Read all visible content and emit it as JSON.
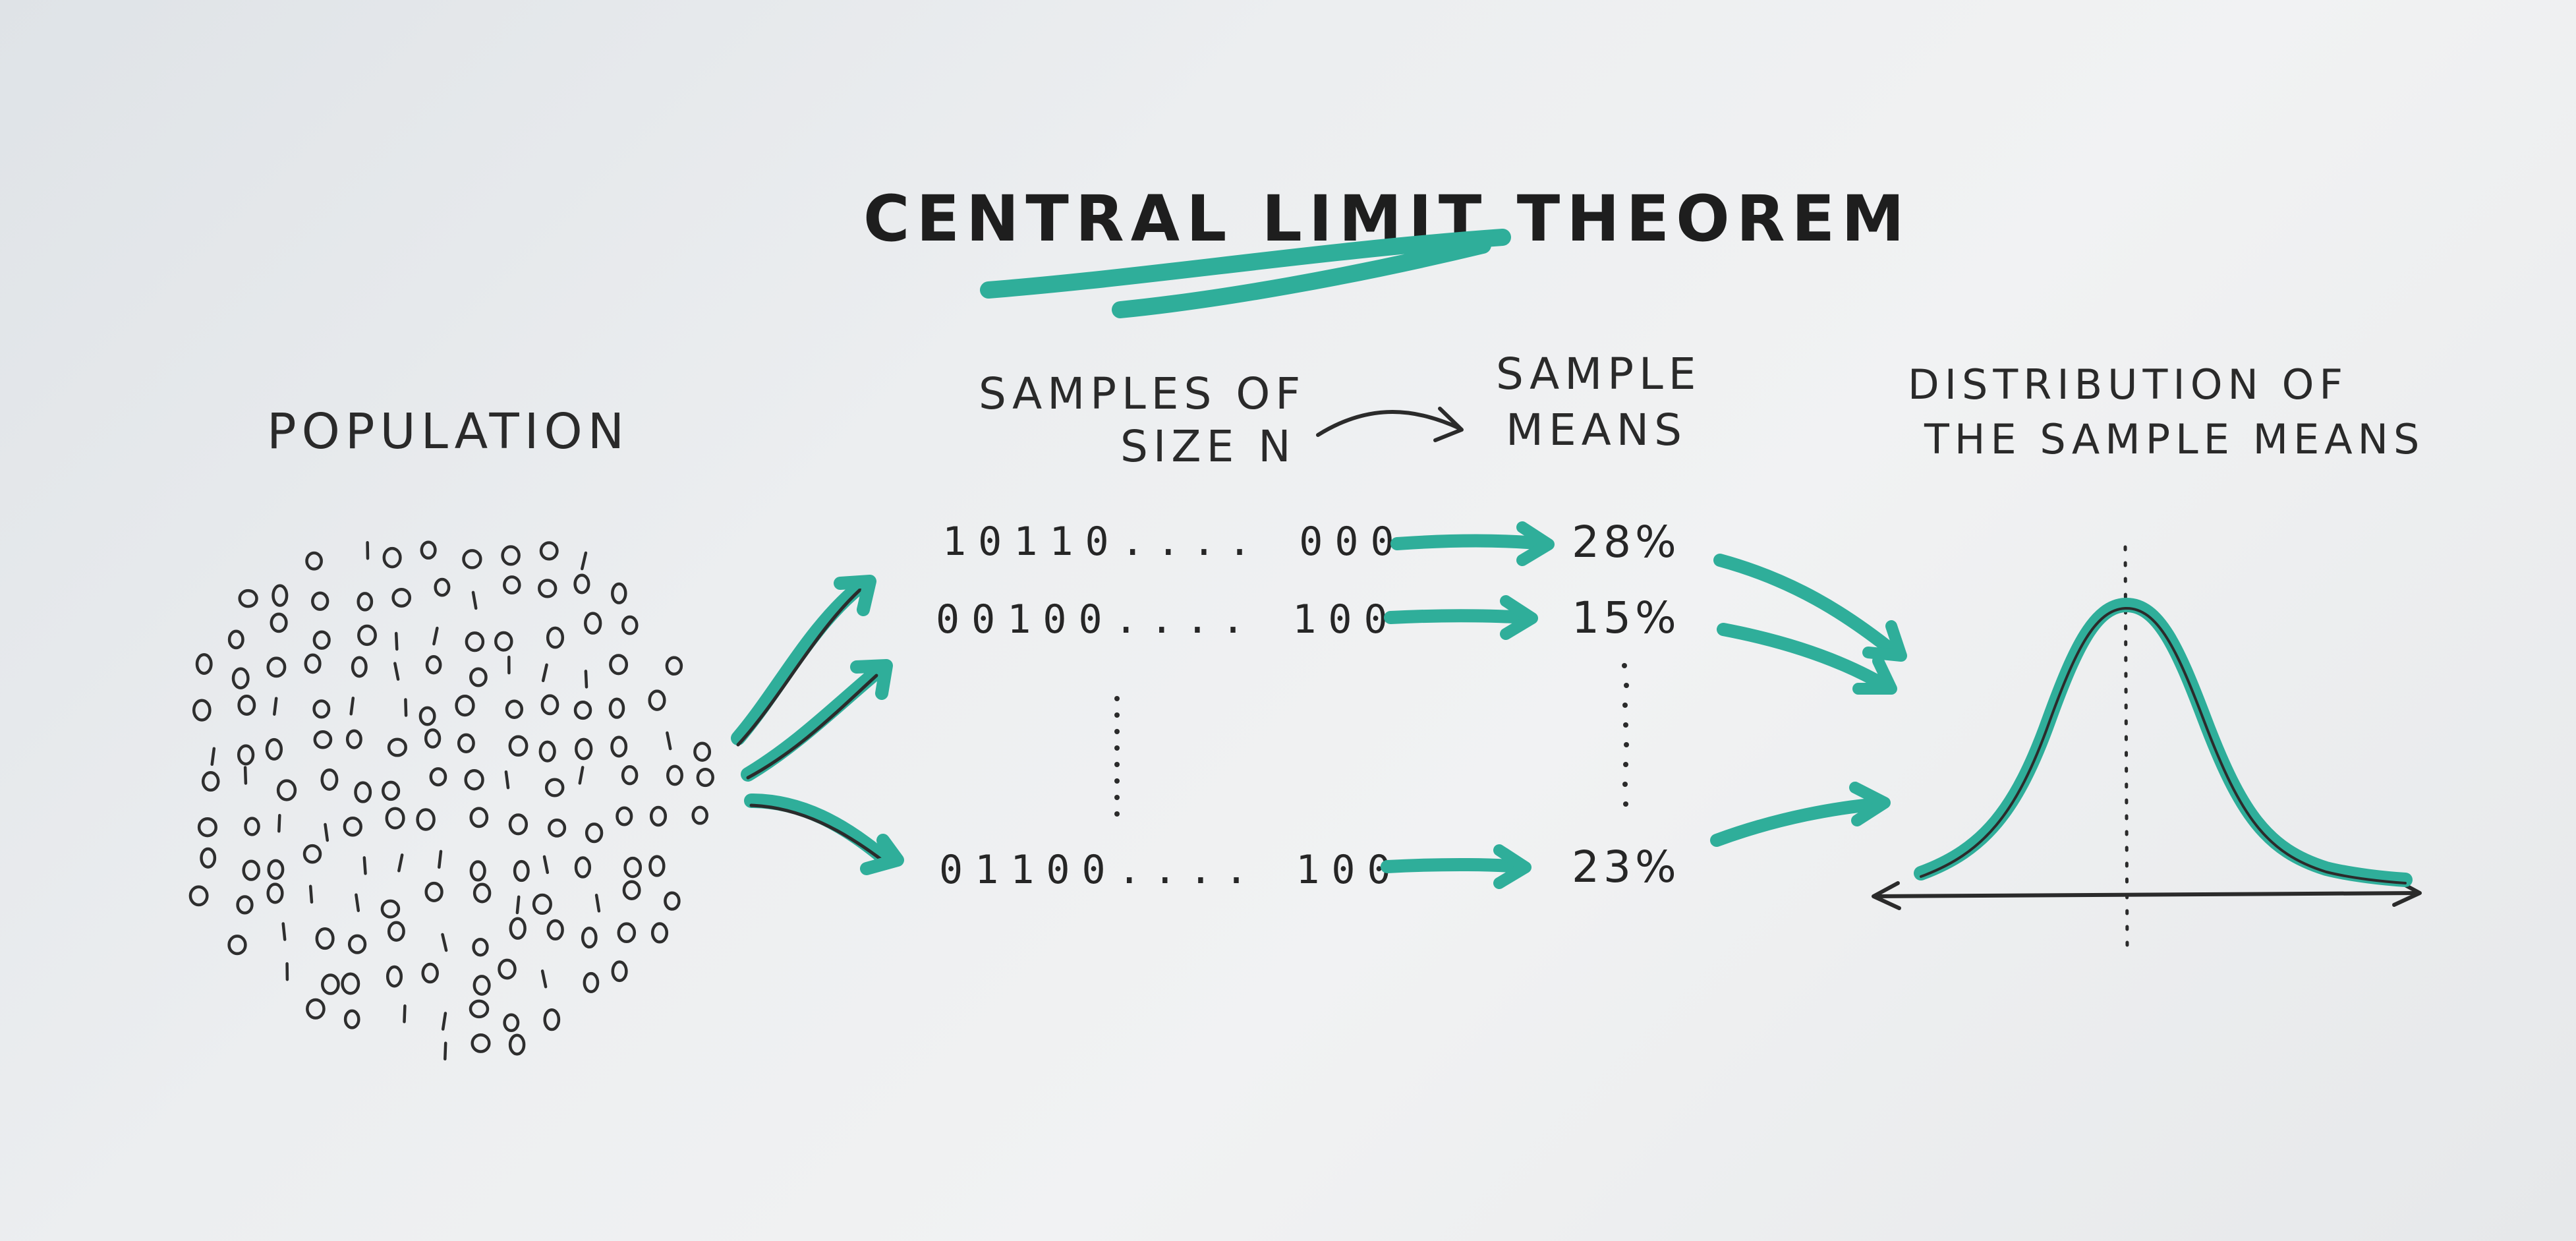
{
  "title": "CENTRAL LIMIT THEOREM",
  "population": {
    "label": "POPULATION"
  },
  "samples": {
    "label_line1": "SAMPLES OF",
    "label_line2": "SIZE N",
    "rows": [
      {
        "bits": "10110.... 000",
        "mean": "28%"
      },
      {
        "bits": "00100.... 100",
        "mean": "15%"
      },
      {
        "bits": "01100.... 100",
        "mean": "23%"
      }
    ]
  },
  "means": {
    "label_line1": "SAMPLE",
    "label_line2": "MEANS"
  },
  "distribution": {
    "label_line1": "DISTRIBUTION OF",
    "label_line2": "THE SAMPLE MEANS"
  },
  "colors": {
    "accent": "#2fae9a",
    "ink": "#2b2b2b",
    "paper": "#eceef0"
  }
}
